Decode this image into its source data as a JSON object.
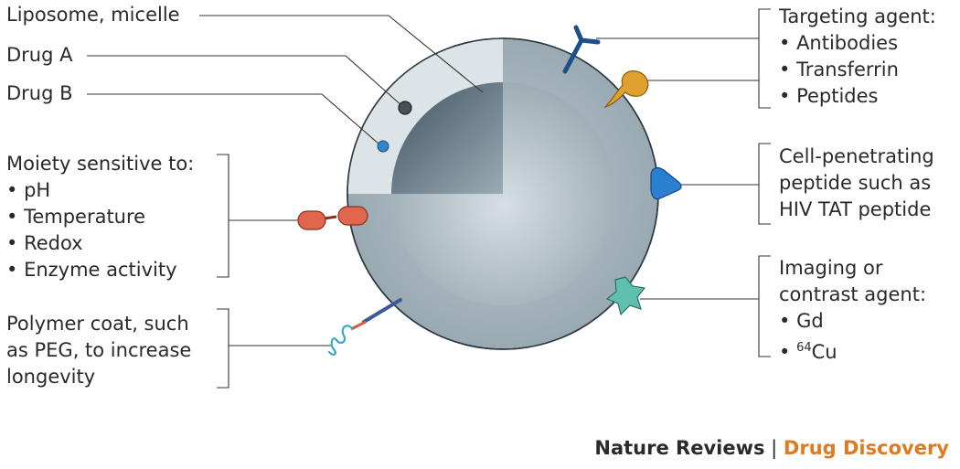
{
  "labels": {
    "liposome": "Liposome, micelle",
    "drug_a": "Drug A",
    "drug_b": "Drug B",
    "moiety": {
      "title": "Moiety sensitive to:",
      "items": [
        "pH",
        "Temperature",
        "Redox",
        "Enzyme activity"
      ]
    },
    "polymer": [
      "Polymer coat, such",
      "as PEG, to increase",
      "longevity"
    ],
    "targeting": {
      "title": "Targeting agent:",
      "items": [
        "Antibodies",
        "Transferrin",
        "Peptides"
      ]
    },
    "cpp": [
      "Cell-penetrating",
      "peptide such as",
      "HIV TAT peptide"
    ],
    "imaging": {
      "lines": [
        "Imaging or",
        "contrast agent:"
      ],
      "items": [
        "Gd"
      ],
      "cu_sup": "64",
      "cu_base": "Cu"
    }
  },
  "footer": {
    "journal": "Nature Reviews",
    "separator": " | ",
    "section": "Drug Discovery"
  },
  "colors": {
    "accent_orange": "#e07a1f",
    "drug_a": "#4a5058",
    "drug_b": "#2f86cc",
    "antibody": "#1d4f8a",
    "transferrin": "#e0a030",
    "cpp": "#2a7fd0",
    "imaging": "#5ec0ae",
    "moiety": "#e0664e",
    "peg": "#3aa8c8"
  }
}
